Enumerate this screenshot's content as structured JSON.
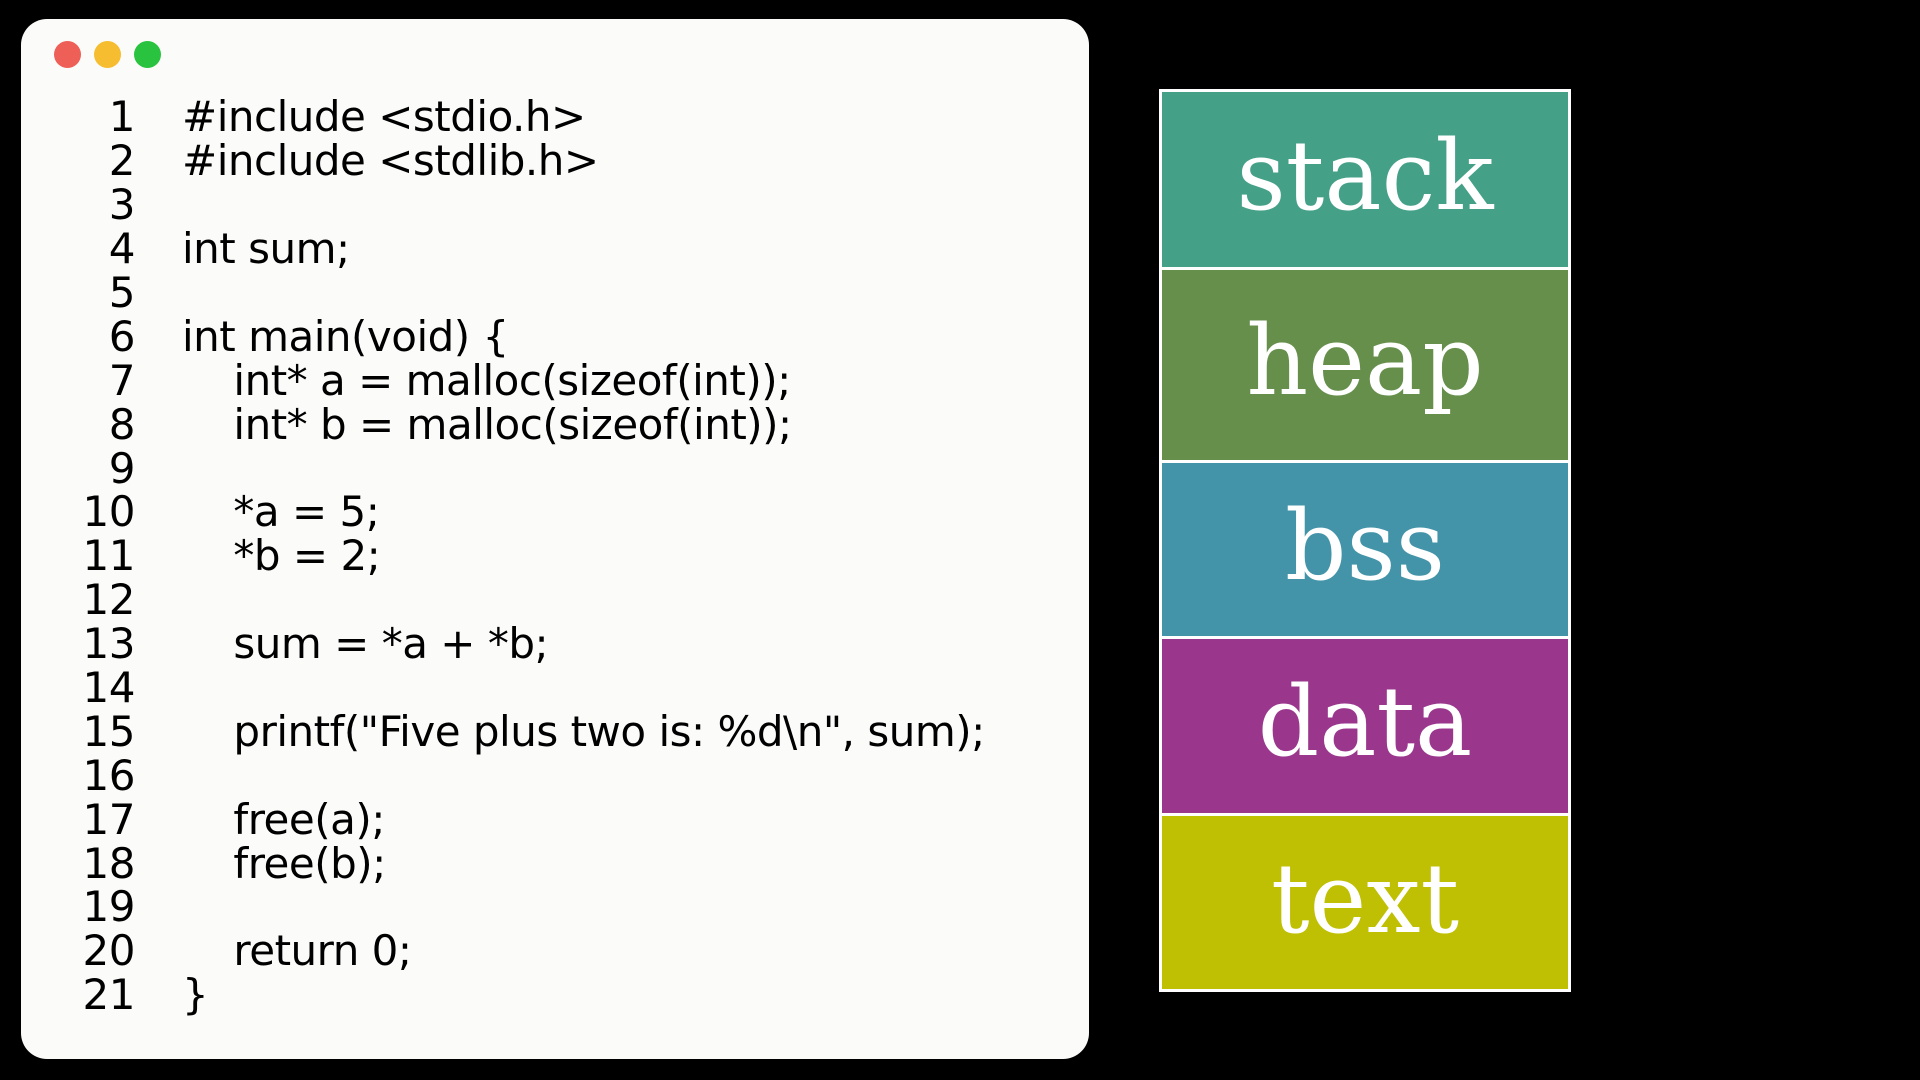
{
  "window": {
    "traffic_lights": [
      {
        "name": "close",
        "color": "#ee5f57"
      },
      {
        "name": "minimize",
        "color": "#f5bd2f"
      },
      {
        "name": "zoom",
        "color": "#29c33f"
      }
    ]
  },
  "code": {
    "lines": [
      {
        "no": "1",
        "text": "#include <stdio.h>"
      },
      {
        "no": "2",
        "text": "#include <stdlib.h>"
      },
      {
        "no": "3",
        "text": ""
      },
      {
        "no": "4",
        "text": "int sum;"
      },
      {
        "no": "5",
        "text": ""
      },
      {
        "no": "6",
        "text": "int main(void) {"
      },
      {
        "no": "7",
        "text": "    int* a = malloc(sizeof(int));"
      },
      {
        "no": "8",
        "text": "    int* b = malloc(sizeof(int));"
      },
      {
        "no": "9",
        "text": ""
      },
      {
        "no": "10",
        "text": "    *a = 5;"
      },
      {
        "no": "11",
        "text": "    *b = 2;"
      },
      {
        "no": "12",
        "text": ""
      },
      {
        "no": "13",
        "text": "    sum = *a + *b;"
      },
      {
        "no": "14",
        "text": ""
      },
      {
        "no": "15",
        "text": "    printf(\"Five plus two is: %d\\n\", sum);"
      },
      {
        "no": "16",
        "text": ""
      },
      {
        "no": "17",
        "text": "    free(a);"
      },
      {
        "no": "18",
        "text": "    free(b);"
      },
      {
        "no": "19",
        "text": ""
      },
      {
        "no": "20",
        "text": "    return 0;"
      },
      {
        "no": "21",
        "text": "}"
      }
    ]
  },
  "memory": {
    "segments": [
      {
        "label": "stack",
        "color": "#45a088"
      },
      {
        "label": "heap",
        "color": "#668f4c"
      },
      {
        "label": "bss",
        "color": "#4394a8"
      },
      {
        "label": "data",
        "color": "#9a378d"
      },
      {
        "label": "text",
        "color": "#bfbf03"
      }
    ]
  }
}
